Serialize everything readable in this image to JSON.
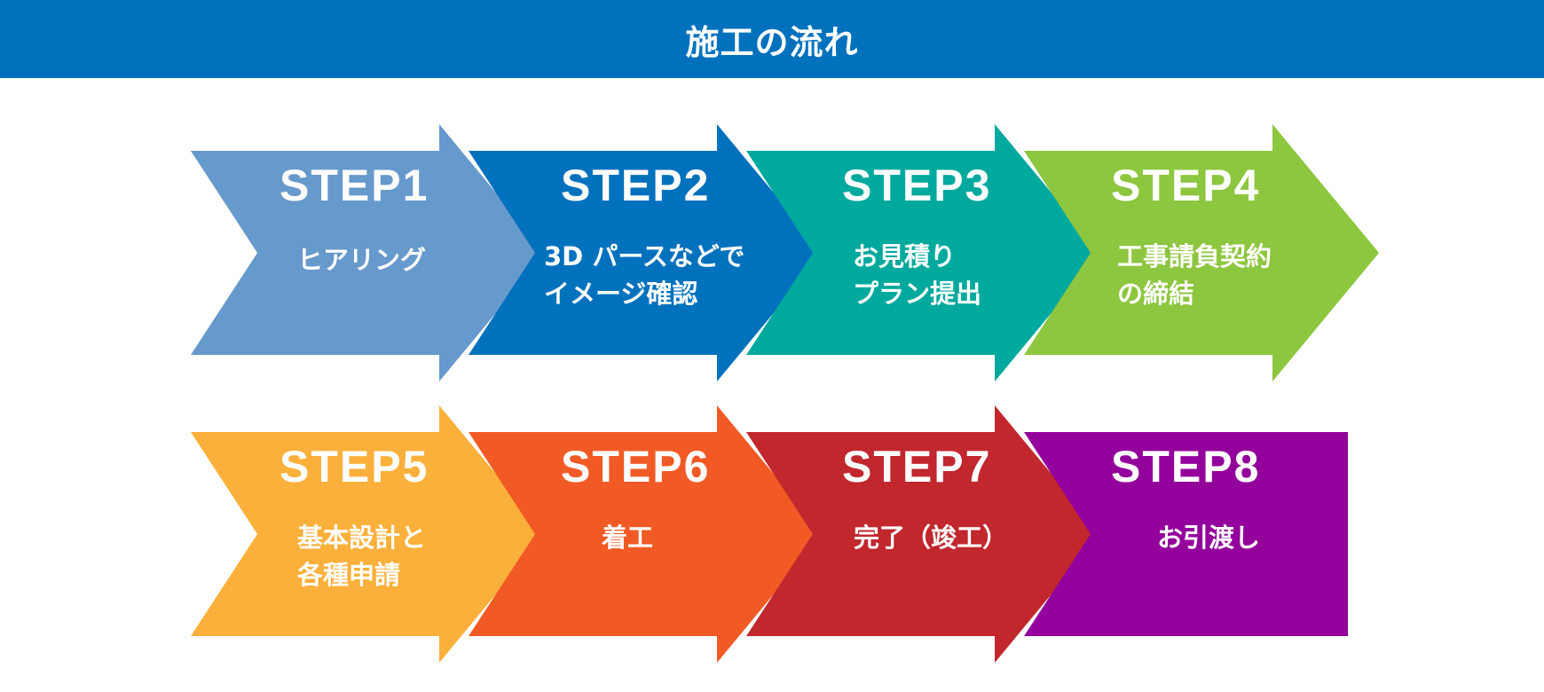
{
  "header": {
    "title": "施工の流れ",
    "color": "#0071bd"
  },
  "steps": [
    {
      "title": "STEP1",
      "lines": [
        "ヒアリング"
      ],
      "color": "#6699cc",
      "shape": "chevron"
    },
    {
      "title": "STEP2",
      "lines": [
        "3D パースなどで",
        "イメージ確認"
      ],
      "color": "#0071bd",
      "shape": "chevron"
    },
    {
      "title": "STEP3",
      "lines": [
        "お見積り",
        "プラン提出"
      ],
      "color": "#00a99d",
      "shape": "chevron"
    },
    {
      "title": "STEP4",
      "lines": [
        "工事請負契約",
        "の締結"
      ],
      "color": "#8dc63f",
      "shape": "chevron"
    },
    {
      "title": "STEP5",
      "lines": [
        "基本設計と",
        "各種申請"
      ],
      "color": "#fbb03b",
      "shape": "chevron"
    },
    {
      "title": "STEP6",
      "lines": [
        "着工"
      ],
      "color": "#f15a24",
      "shape": "chevron"
    },
    {
      "title": "STEP7",
      "lines": [
        "完了（竣工）"
      ],
      "color": "#c1272d",
      "shape": "chevron"
    },
    {
      "title": "STEP8",
      "lines": [
        "お引渡し"
      ],
      "color": "#93009b",
      "shape": "pentagon"
    }
  ]
}
